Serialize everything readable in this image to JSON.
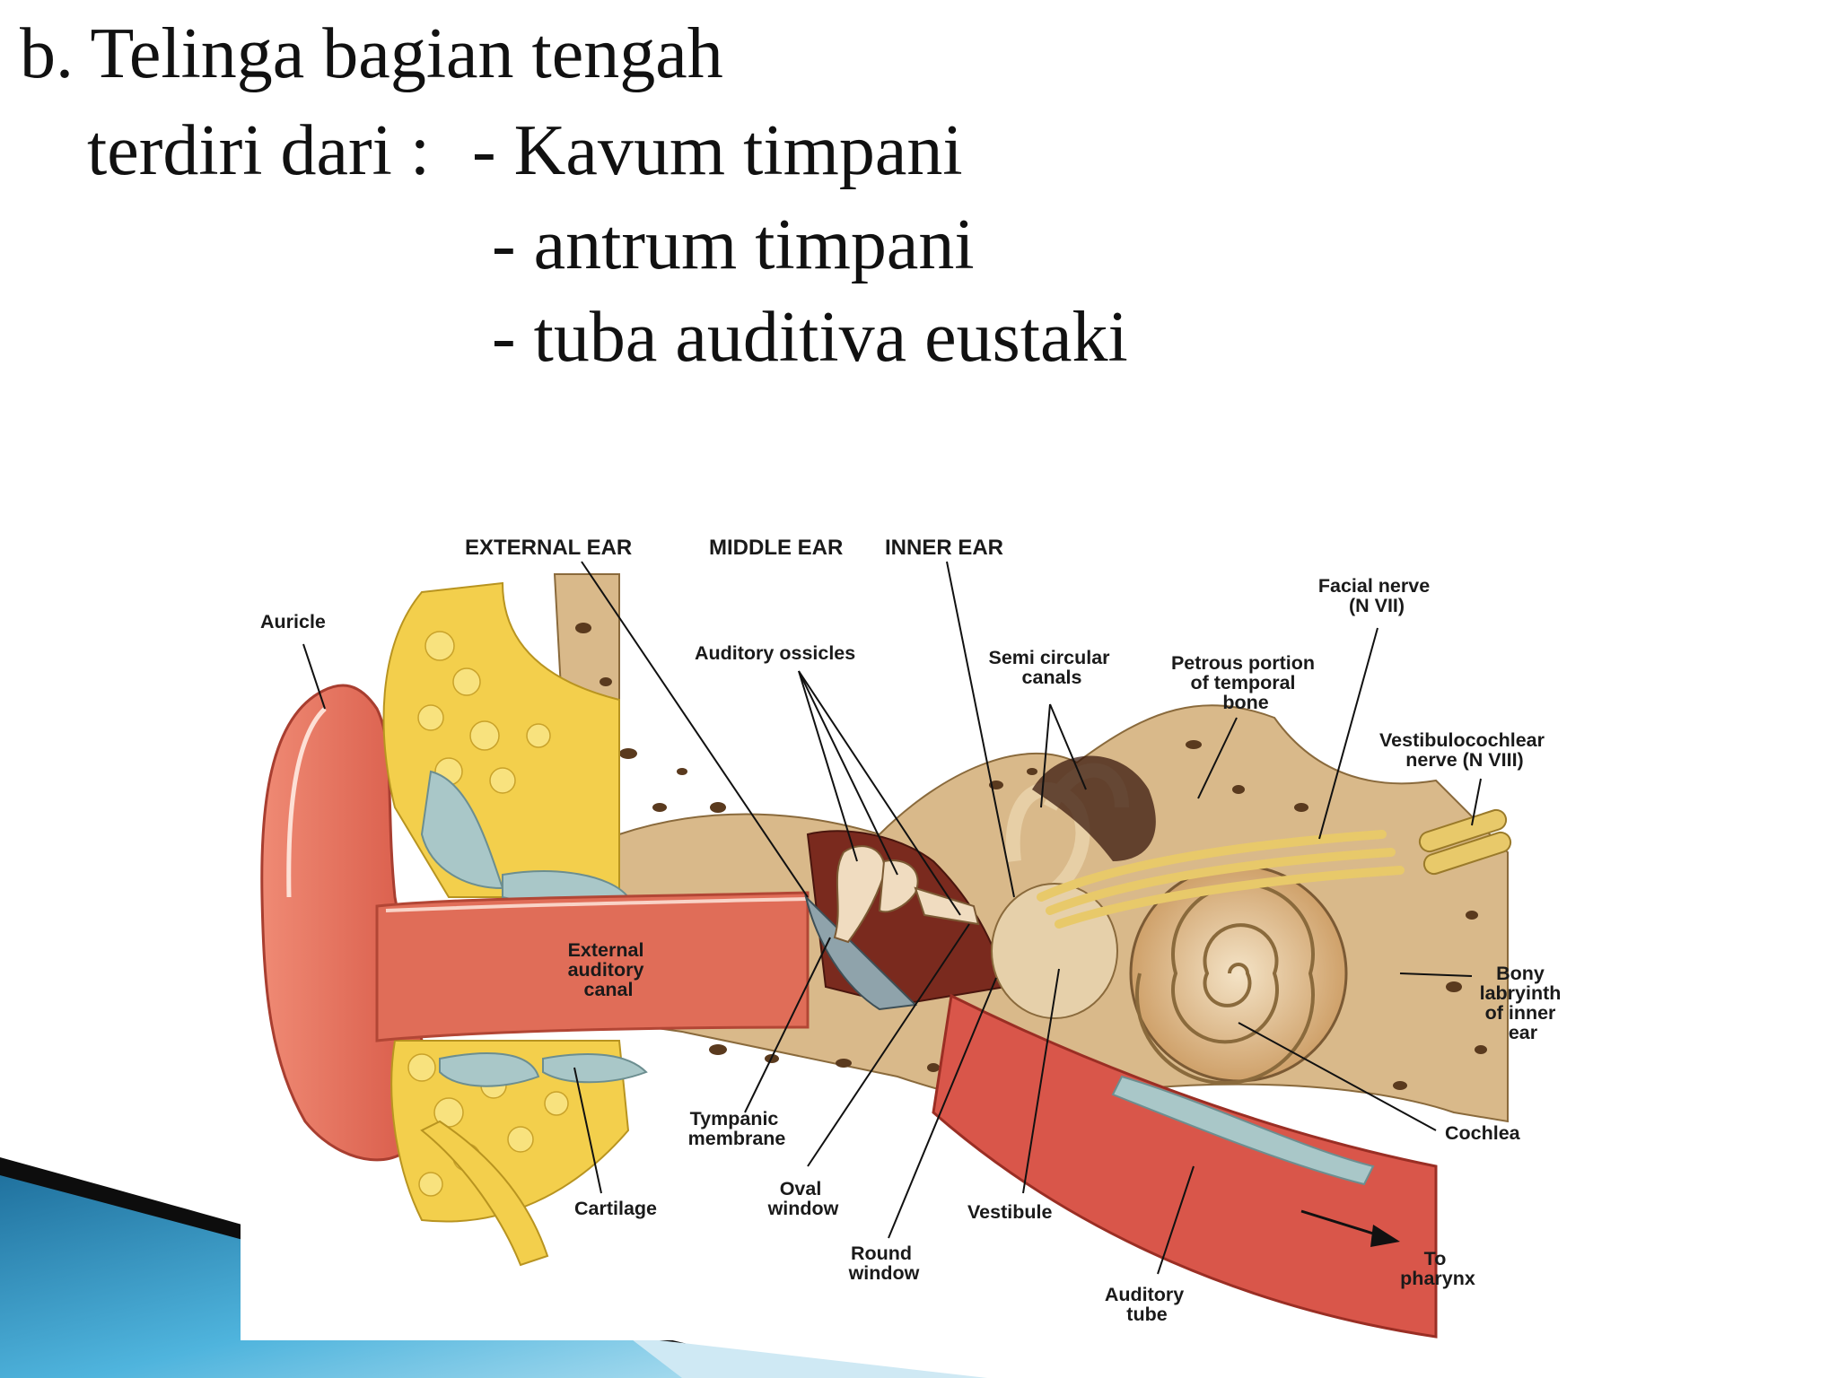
{
  "slide": {
    "heading": "b. Telinga bagian tengah",
    "intro": "terdiri dari :",
    "items": [
      "- Kavum timpani",
      "- antrum timpani",
      "- tuba auditiva eustaki"
    ]
  },
  "diagram": {
    "section_labels": {
      "external_ear": "EXTERNAL EAR",
      "middle_ear": "MIDDLE EAR",
      "inner_ear": "INNER EAR"
    },
    "labels": {
      "auricle": "Auricle",
      "auditory_ossicles": "Auditory ossicles",
      "semicircular_canals": [
        "Semi circular",
        "canals"
      ],
      "petrous_portion": [
        "Petrous portion",
        "of temporal",
        "bone"
      ],
      "facial_nerve": [
        "Facial nerve",
        "(N VII)"
      ],
      "vestibulocochlear_nerve": [
        "Vestibulocochlear",
        "nerve (N VIII)"
      ],
      "external_auditory_canal": [
        "External",
        "auditory",
        "canal"
      ],
      "bony_labyrinth": [
        "Bony",
        "labryinth",
        "of inner",
        "ear"
      ],
      "tympanic_membrane": [
        "Tympanic",
        "membrane"
      ],
      "cochlea": "Cochlea",
      "cartilage": "Cartilage",
      "oval_window": [
        "Oval",
        "window"
      ],
      "vestibule": "Vestibule",
      "round_window": [
        "Round",
        "window"
      ],
      "auditory_tube": [
        "Auditory",
        "tube"
      ],
      "to_pharynx": [
        "To",
        "pharynx"
      ]
    },
    "colors": {
      "accent_blue": "#2a8fc4",
      "skin": "#e5735d",
      "fat": "#f3cf4c",
      "bone": "#d9b98a",
      "cartilage": "#a9c7c8",
      "nerve": "#e8c96a"
    }
  }
}
